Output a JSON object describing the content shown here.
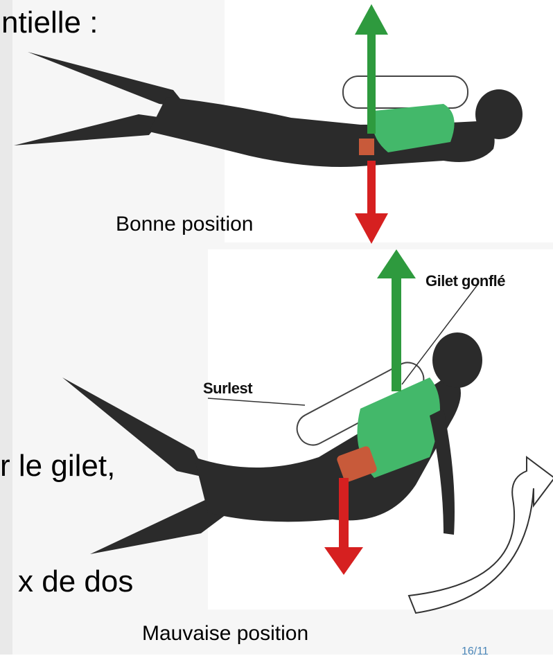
{
  "slide": {
    "text_top": "ntielle :",
    "text_mid": "r le gilet,",
    "text_bottom": "x de dos",
    "slide_number": "16/11"
  },
  "figure_top": {
    "caption": "Bonne position"
  },
  "figure_bottom": {
    "label_vest": "Gilet gonflé",
    "label_overweight": "Surlest",
    "caption": "Mauvaise position"
  },
  "colors": {
    "arrow_up": "#2e9a3e",
    "arrow_down": "#d62020",
    "vest": "#43b86a",
    "diver": "#2b2b2b"
  }
}
